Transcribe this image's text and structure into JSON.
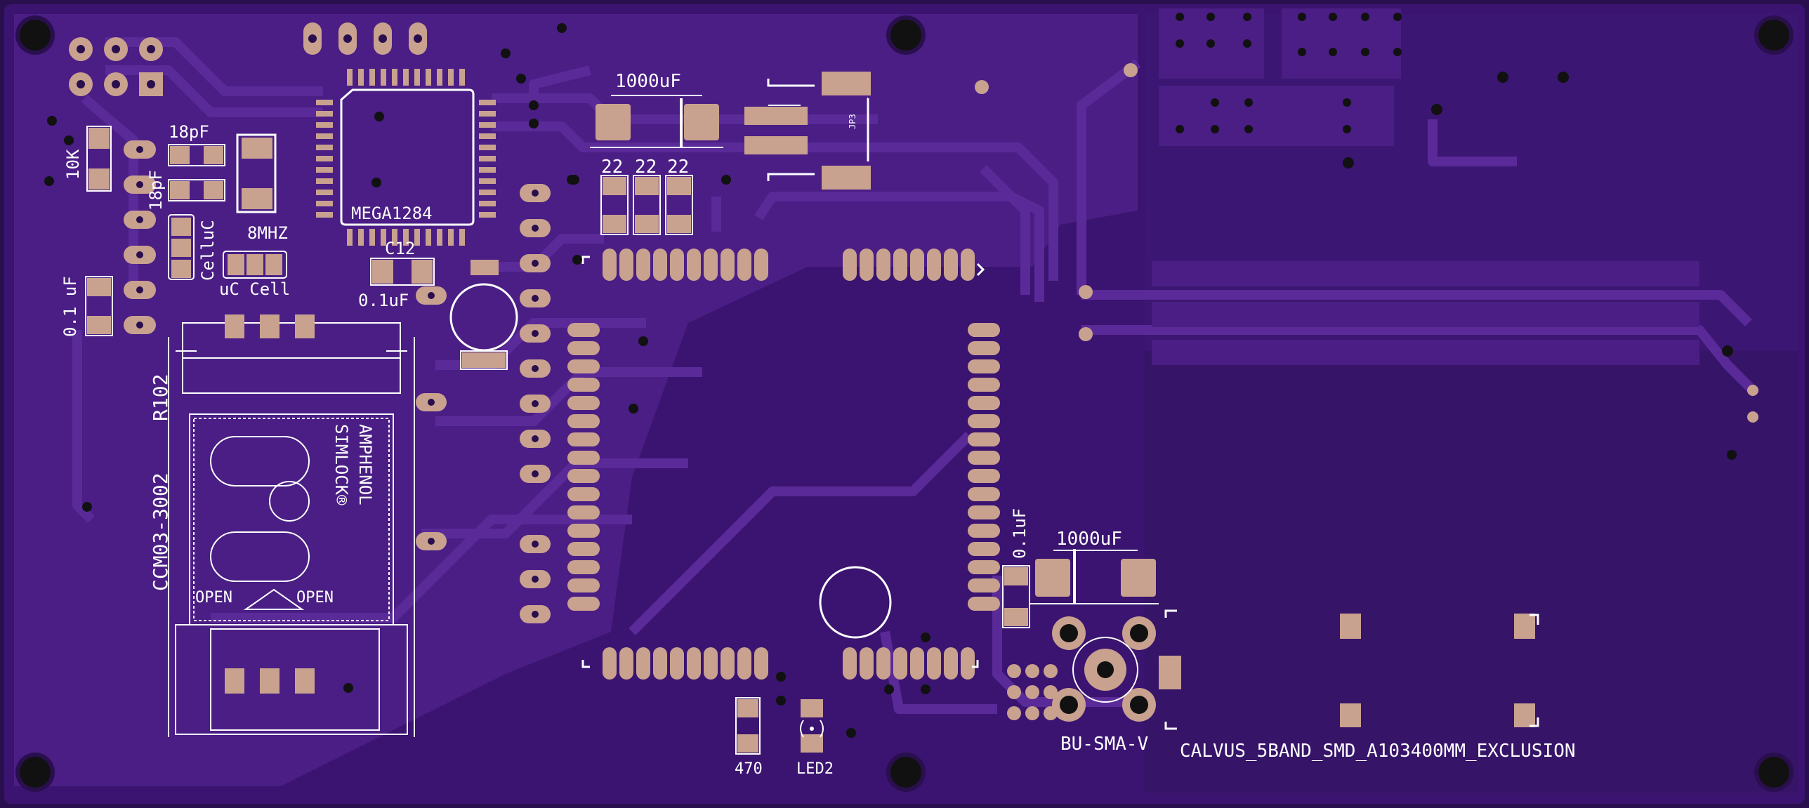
{
  "colors": {
    "board_bg": "#3a1470",
    "copper_pour": "#4a1e85",
    "outline": "#2a0f4e",
    "trace": "#5a2a98",
    "pad": "#c9a18f",
    "silk": "#ffffff",
    "hole": "#111111"
  },
  "labels": {
    "r_10k": "10K",
    "c_18pf_top": "18pF",
    "c_18pf_side": "18pF",
    "cap_0_1uf_left": "0.1 uF",
    "celluc": "CelluC",
    "uc_cell": "uC Cell",
    "crystal": "8MHZ",
    "mcu": "MEGA1284",
    "c12": "C12",
    "c12_value": "0.1uF",
    "cap_1000uf_top": "1000uF",
    "r22_a": "22",
    "r22_b": "22",
    "r22_c": "22",
    "jp3": "JP3",
    "r102": "R102",
    "sim_part": "CCM03-3002",
    "sim_brand": "AMPHENOL",
    "sim_lock": "SIMLOCK®",
    "open_left": "OPEN",
    "open_right": "OPEN",
    "cap_0_1uf_right": "0.1uF",
    "cap_1000uf_bottom": "1000uF",
    "sma": "BU-SMA-V",
    "exclusion": "CALVUS_5BAND_SMD_A103400MM_EXCLUSION",
    "r470": "470",
    "led2": "LED2"
  }
}
